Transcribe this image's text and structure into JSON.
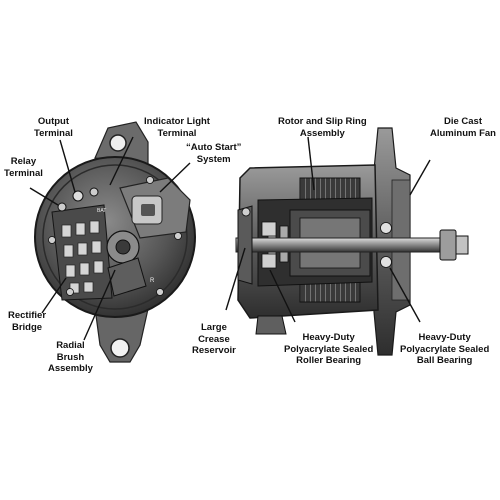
{
  "callouts": {
    "output_terminal": [
      "Output",
      "Terminal"
    ],
    "indicator_light_terminal": [
      "Indicator Light",
      "Terminal"
    ],
    "auto_start_system": [
      "“Auto Start”",
      "System"
    ],
    "relay_terminal": [
      "Relay",
      "Terminal"
    ],
    "rectifier_bridge": [
      "Rectifier",
      "Bridge"
    ],
    "radial_brush_assembly": [
      "Radial",
      "Brush",
      "Assembly"
    ],
    "rotor_slip_ring_assembly": [
      "Rotor and Slip Ring",
      "Assembly"
    ],
    "die_cast_aluminum_fan": [
      "Die Cast",
      "Aluminum Fan"
    ],
    "large_grease_reservoir": [
      "Large",
      "Crease",
      "Reservoir"
    ],
    "roller_bearing": [
      "Heavy-Duty",
      "Polyacrylate Sealed",
      "Roller Bearing"
    ],
    "ball_bearing": [
      "Heavy-Duty",
      "Polyacrylate Sealed",
      "Ball Bearing"
    ]
  },
  "image_text": {
    "bat_marking": "BAT",
    "r_marking": "R"
  }
}
